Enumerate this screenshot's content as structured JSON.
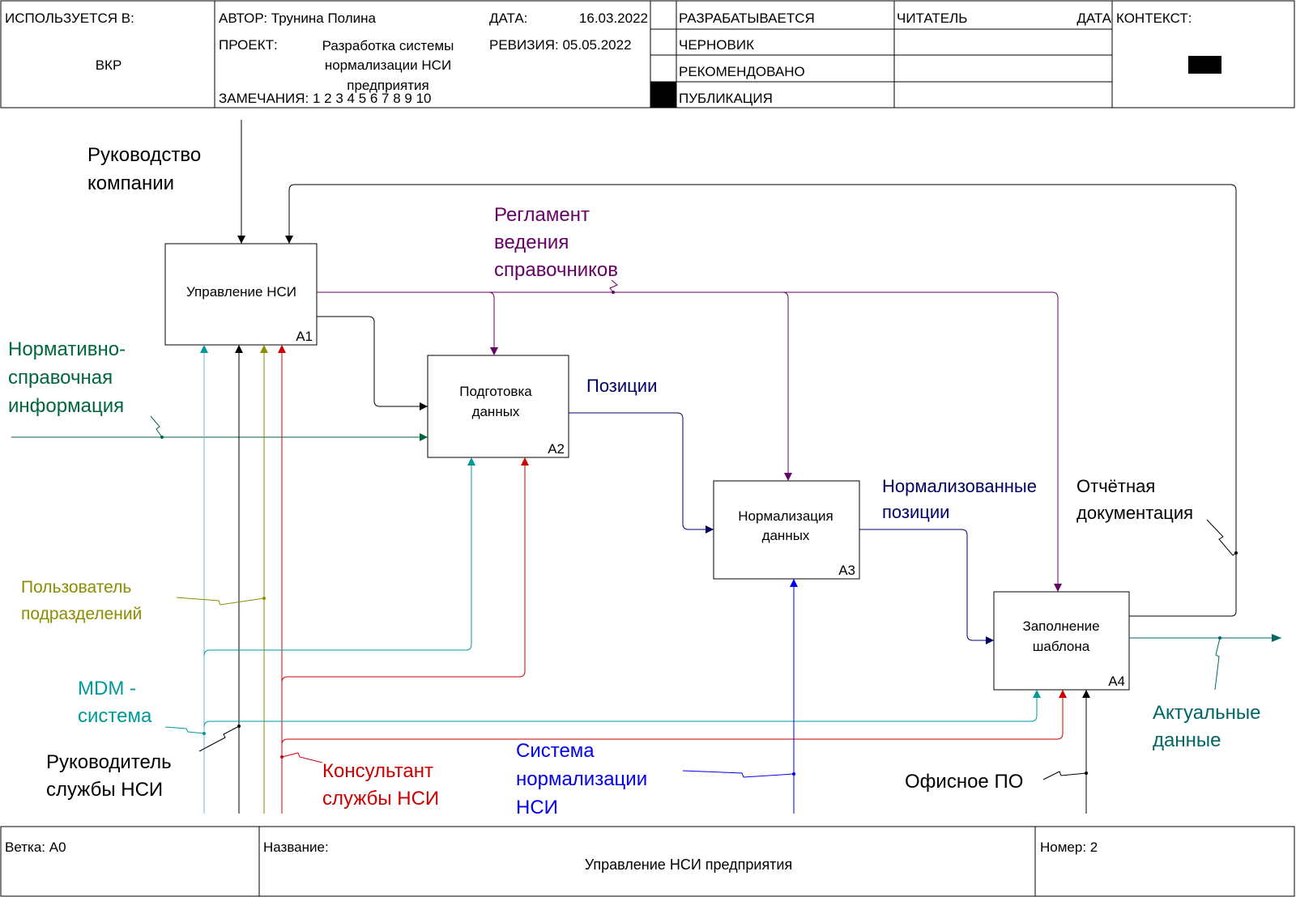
{
  "header": {
    "used_in_label": "ИСПОЛЬЗУЕТСЯ В:",
    "used_in_value": "ВКР",
    "author": "АВТОР: Трунина Полина",
    "project_label": "ПРОЕКТ:",
    "project_lines": [
      "Разработка системы",
      "нормализации НСИ",
      "предприятия"
    ],
    "notes": "ЗАМЕЧАНИЯ: 1 2 3 4 5 6 7 8 9 10",
    "date_label": "ДАТА:",
    "date_value": "16.03.2022",
    "revision": "РЕВИЗИЯ: 05.05.2022",
    "status": [
      "РАЗРАБАТЫВАЕТСЯ",
      "ЧЕРНОВИК",
      "РЕКОМЕНДОВАНО",
      "ПУБЛИКАЦИЯ"
    ],
    "reader": "ЧИТАТЕЛЬ",
    "reader_date": "ДАТА",
    "context": "КОНТЕКСТ:"
  },
  "footer": {
    "branch": "Ветка: А0",
    "name_label": "Название:",
    "name_value": "Управление НСИ предприятия",
    "number": "Номер: 2"
  },
  "boxes": {
    "a1": {
      "lines": [
        "Управление НСИ"
      ],
      "num": "A1"
    },
    "a2": {
      "lines": [
        "Подготовка",
        "данных"
      ],
      "num": "A2"
    },
    "a3": {
      "lines": [
        "Нормализация",
        "данных"
      ],
      "num": "A3"
    },
    "a4": {
      "lines": [
        "Заполнение",
        "шаблона"
      ],
      "num": "A4"
    }
  },
  "labels": {
    "rukovodstvo": [
      "Руководство",
      "компании"
    ],
    "reglament": [
      "Регламент",
      "ведения",
      "справочников"
    ],
    "nsi_info": [
      "Нормативно-",
      "справочная",
      "информация"
    ],
    "pozicii": [
      "Позиции"
    ],
    "norm_pozicii": [
      "Нормализованные",
      "позиции"
    ],
    "otchet": [
      "Отчётная",
      "документация"
    ],
    "polzovatel": [
      "Пользователь",
      "подразделений"
    ],
    "mdm": [
      "MDM -",
      "система"
    ],
    "rukovoditel": [
      "Руководитель",
      "службы НСИ"
    ],
    "konsultant": [
      "Консультант",
      "службы НСИ"
    ],
    "sistema_norm": [
      "Система",
      "нормализации",
      "НСИ"
    ],
    "aktualnye": [
      "Актуальные",
      "данные"
    ],
    "ofisnoe": [
      "Офисное ПО"
    ]
  },
  "colors": {
    "black": "#000000",
    "purple": "#660066",
    "green": "#00663d",
    "navy": "#000066",
    "olive": "#8c8c00",
    "teal": "#009999",
    "red": "#cc0000",
    "blue": "#0000ee",
    "dark_teal": "#006666",
    "light_blue": "#66bbdd"
  }
}
